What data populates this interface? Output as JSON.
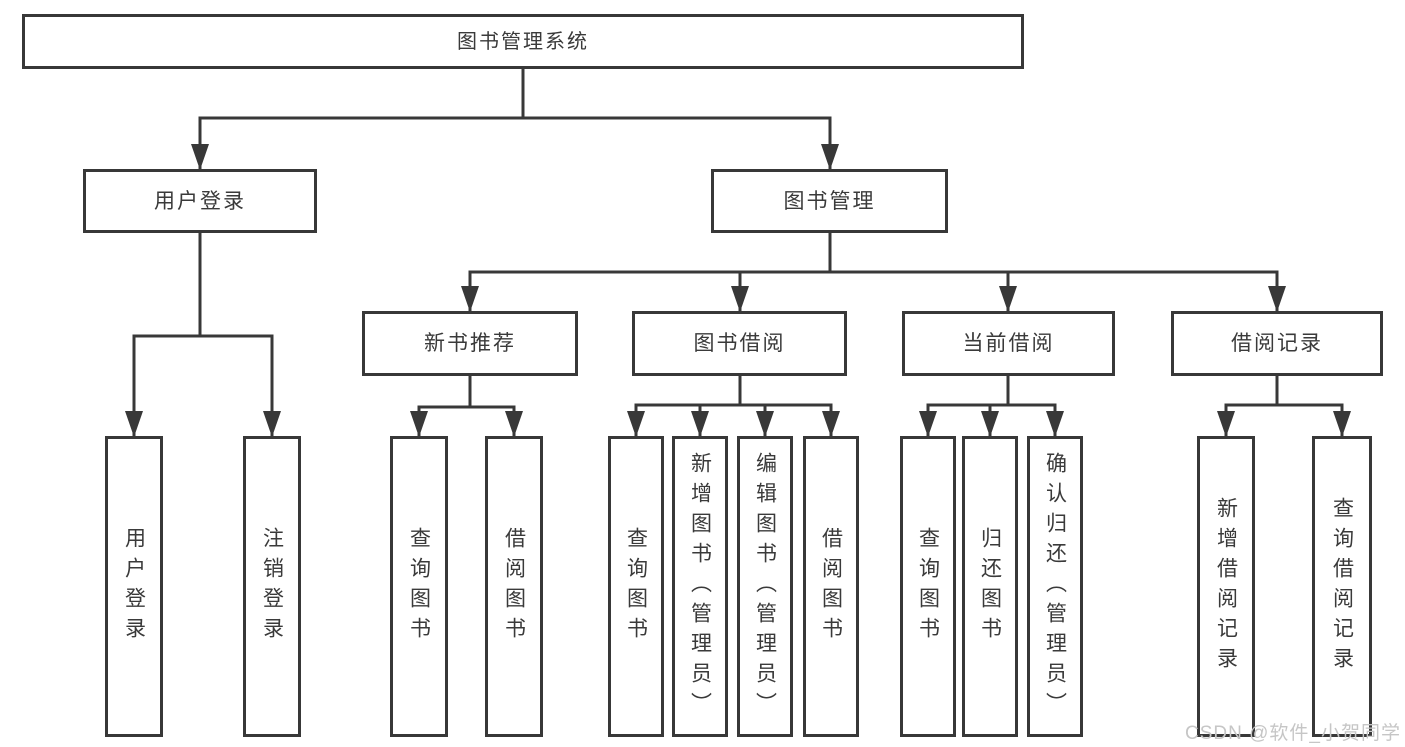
{
  "diagram": {
    "root": {
      "label": "图书管理系统"
    },
    "level2": [
      {
        "label": "用户登录"
      },
      {
        "label": "图书管理"
      }
    ],
    "level3": [
      {
        "label": "新书推荐"
      },
      {
        "label": "图书借阅"
      },
      {
        "label": "当前借阅"
      },
      {
        "label": "借阅记录"
      }
    ],
    "leaves": [
      {
        "label": "用户登录"
      },
      {
        "label": "注销登录"
      },
      {
        "label": "查询图书"
      },
      {
        "label": "借阅图书"
      },
      {
        "label": "查询图书"
      },
      {
        "label": "新增图书（管理员）"
      },
      {
        "label": "编辑图书（管理员）"
      },
      {
        "label": "借阅图书"
      },
      {
        "label": "查询图书"
      },
      {
        "label": "归还图书"
      },
      {
        "label": "确认归还（管理员）"
      },
      {
        "label": "新增借阅记录"
      },
      {
        "label": "查询借阅记录"
      }
    ],
    "watermark": "CSDN @软件_小贺同学",
    "colors": {
      "line": "#383838",
      "text": "#3a3a3a",
      "watermark": "#c6c6c6",
      "background": "#ffffff"
    }
  }
}
